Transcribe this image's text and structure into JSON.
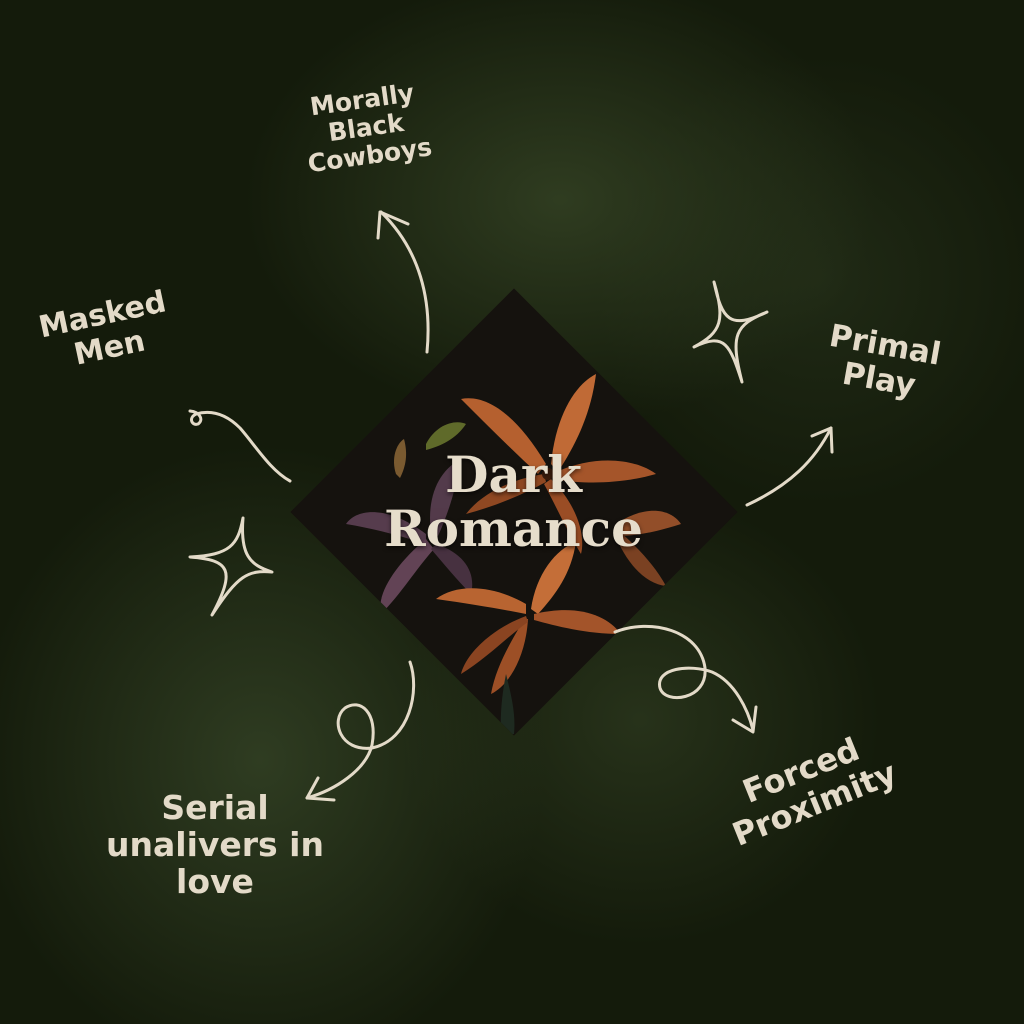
{
  "diagram": {
    "type": "mind-map",
    "center": {
      "title": "Dark\nRomance",
      "image": "dark-lilies-photo"
    },
    "branches": [
      {
        "id": "cowboys",
        "label": "Morally\nBlack\nCowboys",
        "connector": "arrow-up"
      },
      {
        "id": "masked",
        "label": "Masked\nMen",
        "connector": "curly-line"
      },
      {
        "id": "primal",
        "label": "Primal\nPlay",
        "connector": "arrow-up-right"
      },
      {
        "id": "forced",
        "label": "Forced\nProximity",
        "connector": "loop-arrow-down-right"
      },
      {
        "id": "serial",
        "label": "Serial\nunalivers in\nlove",
        "connector": "loop-arrow-down-left"
      }
    ],
    "decorations": [
      "sparkle-left",
      "sparkle-right"
    ]
  },
  "colors": {
    "background": "#161d0c",
    "background_highlight": "#34422a",
    "text": "#e3dac8",
    "diamond": "#17140f",
    "flower_orange": "#b5602f",
    "flower_purple": "#6b4a5e"
  }
}
